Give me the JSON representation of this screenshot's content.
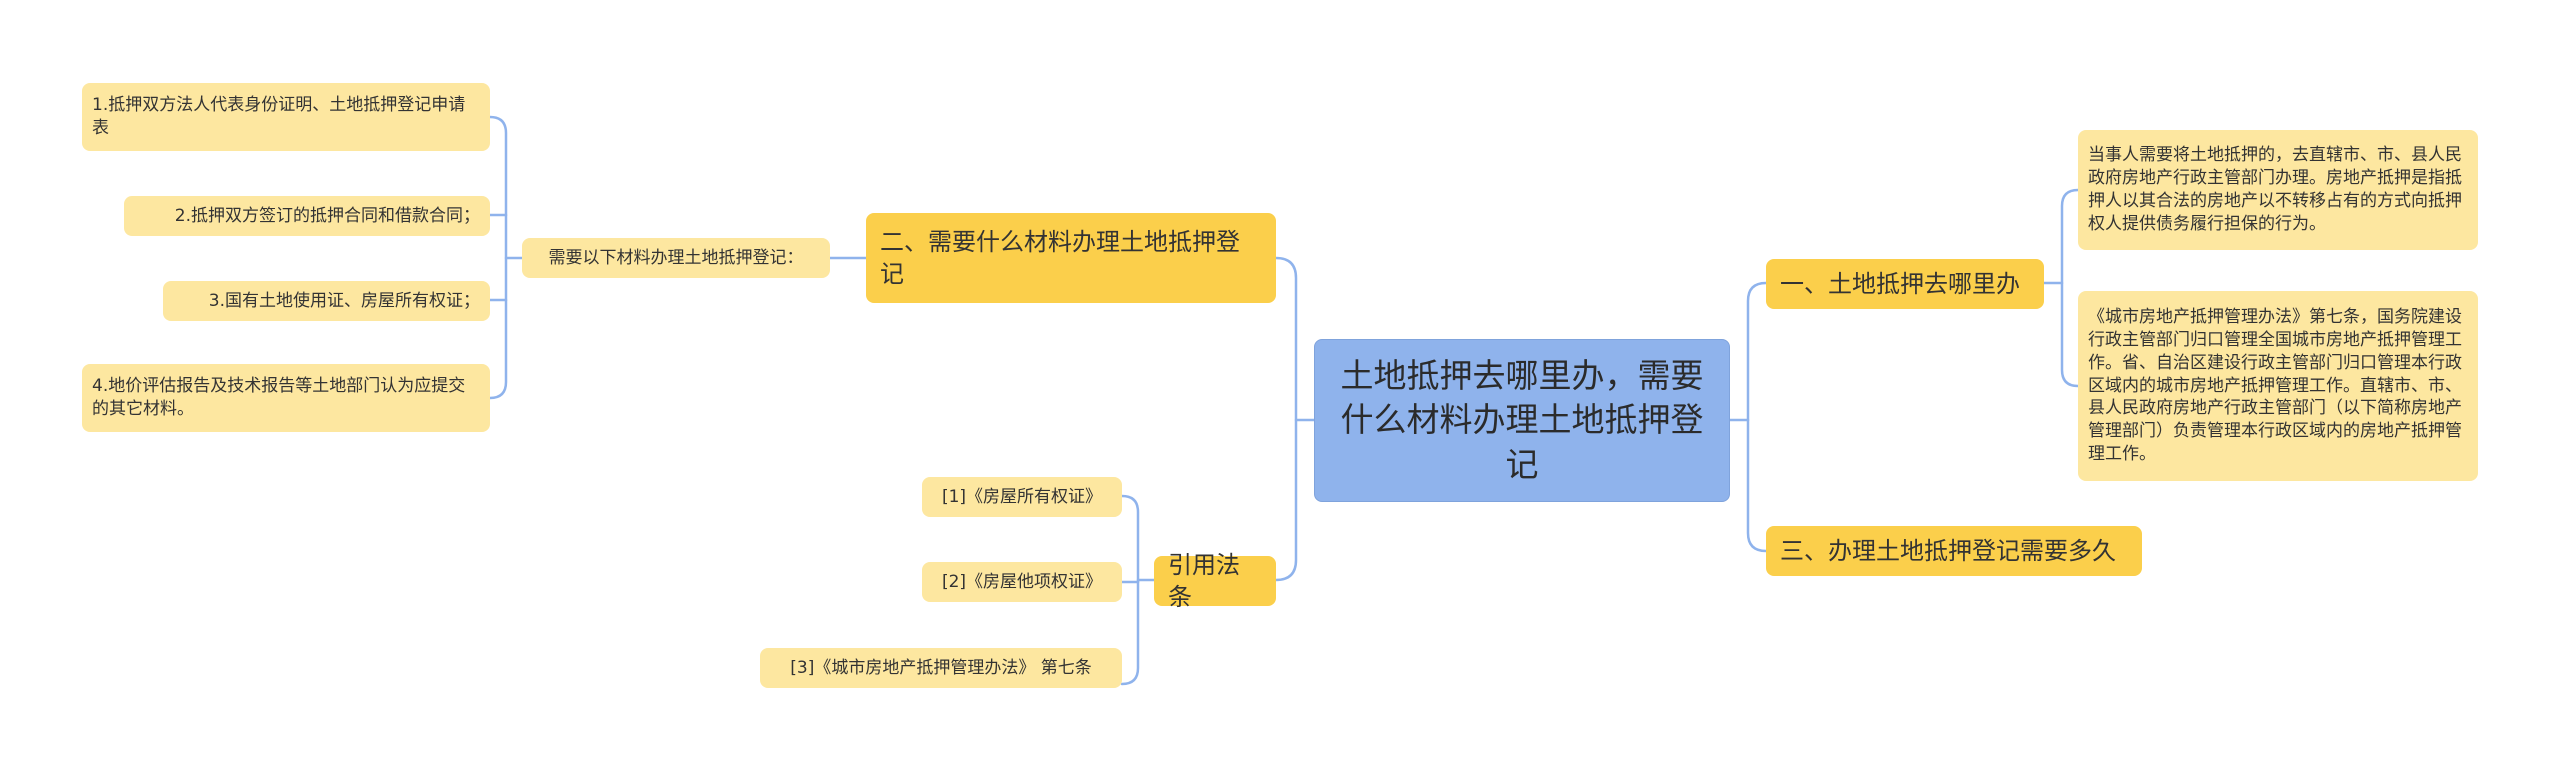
{
  "colors": {
    "root": "#8fb3ec",
    "level1": "#fbcf4b",
    "leaf": "#fde7a0",
    "line": "#8fb3ec"
  },
  "root": {
    "title": "土地抵押去哪里办，需要什么材料办理土地抵押登记"
  },
  "right": {
    "where": {
      "label": "一、土地抵押去哪里办",
      "notes": [
        "当事人需要将土地抵押的，去直辖市、市、县人民政府房地产行政主管部门办理。房地产抵押是指抵押人以其合法的房地产以不转移占有的方式向抵押权人提供债务履行担保的行为。",
        "《城市房地产抵押管理办法》第七条，国务院建设行政主管部门归口管理全国城市房地产抵押管理工作。省、自治区建设行政主管部门归口管理本行政区域内的城市房地产抵押管理工作。直辖市、市、县人民政府房地产行政主管部门（以下简称房地产管理部门）负责管理本行政区域内的房地产抵押管理工作。"
      ]
    },
    "duration": {
      "label": "三、办理土地抵押登记需要多久"
    }
  },
  "left": {
    "materials": {
      "label": "二、需要什么材料办理土地抵押登记",
      "intro": "需要以下材料办理土地抵押登记：",
      "items": [
        "1.抵押双方法人代表身份证明、土地抵押登记申请表",
        "2.抵押双方签订的抵押合同和借款合同；",
        "3.国有土地使用证、房屋所有权证；",
        "4.地价评估报告及技术报告等土地部门认为应提交的其它材料。"
      ]
    },
    "laws": {
      "label": "引用法条",
      "items": [
        "[1]《房屋所有权证》",
        "[2]《房屋他项权证》",
        "[3]《城市房地产抵押管理办法》 第七条"
      ]
    }
  }
}
